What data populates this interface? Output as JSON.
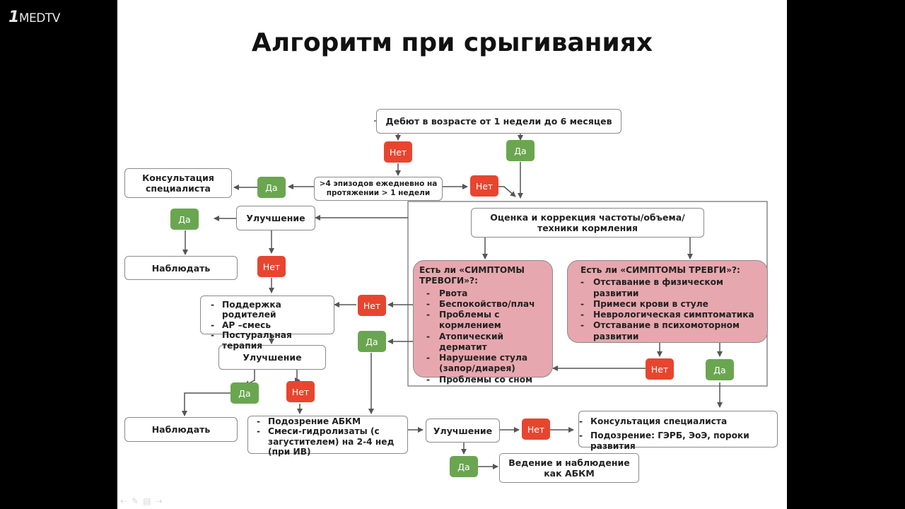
{
  "logo": {
    "number": "1",
    "text": "MEDTV"
  },
  "title": "Алгоритм при срыгиваниях",
  "boxes": {
    "onset": "Дебют в возрасте от 1 недели до 6 месяцев",
    "consult": "Консультация специалиста",
    "episodes": ">4 эпизодов ежедневно на протяжении > 1 недели",
    "improve1": "Улучшение",
    "observe1": "Наблюдать",
    "assess": "Оценка и коррекция частоты/объема/техники кормления",
    "improve2": "Улучшение",
    "observe2": "Наблюдать",
    "improve3": "Улучшение",
    "manage": "Ведение и наблюдение как АБКМ"
  },
  "support": {
    "items": [
      "Поддержка родителей",
      "АР –смесь",
      "Постуральная терапия"
    ]
  },
  "abkm": {
    "items": [
      "Подозрение АБКМ",
      "Смеси-гидролизаты (с загустителем) на 2-4 нед (при ИВ)"
    ]
  },
  "specialist": {
    "items": [
      "Консультация специалиста",
      "Подозрение: ГЭРБ, ЭоЭ, пороки развития"
    ]
  },
  "alarm_left": {
    "title": "Есть ли «СИМПТОМЫ ТРЕВОГИ»?:",
    "items": [
      "Рвота",
      "Беспокойство/плач",
      "Проблемы с кормлением",
      "Атопический дерматит",
      "Нарушение стула (запор/диарея)",
      "Проблемы со сном"
    ]
  },
  "alarm_right": {
    "title": "Есть ли «СИМПТОМЫ ТРЕВГИ»?:",
    "items": [
      "Отставание в физическом развитии",
      "Примеси крови в стуле",
      "Неврологическая симптоматика",
      "Отставание в психомоторном развитии"
    ]
  },
  "chips": {
    "no": "Нет",
    "yes": "Да"
  },
  "colors": {
    "no": "#e8452f",
    "yes": "#6aa64f",
    "alarm": "#e7a7ae"
  }
}
